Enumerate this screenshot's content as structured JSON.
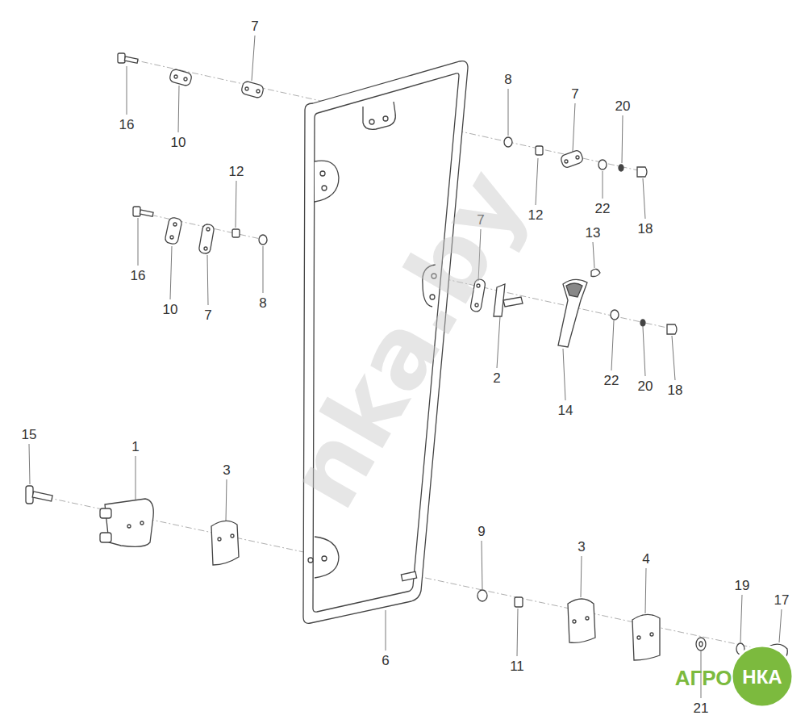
{
  "diagram": {
    "labels": [
      "7",
      "16",
      "10",
      "8",
      "7",
      "20",
      "12",
      "12",
      "22",
      "18",
      "16",
      "10",
      "7",
      "8",
      "7",
      "13",
      "2",
      "22",
      "20",
      "18",
      "14",
      "15",
      "1",
      "3",
      "9",
      "3",
      "4",
      "19",
      "17",
      "6",
      "11",
      "21",
      "nka.by",
      "АГРО",
      "НКА"
    ]
  }
}
